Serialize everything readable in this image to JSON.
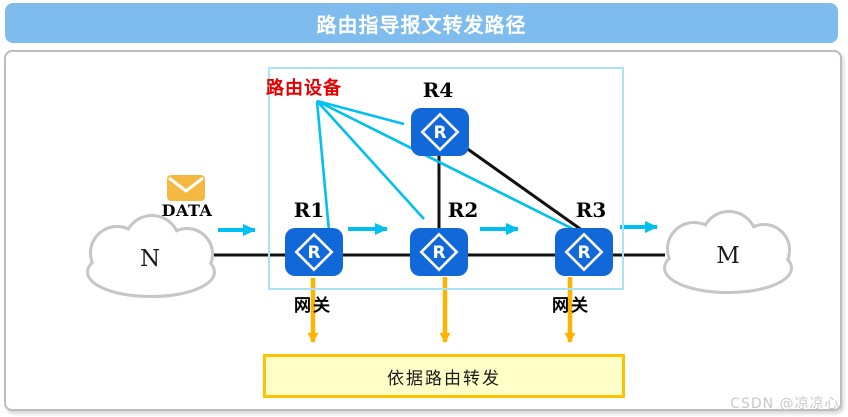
{
  "title_bar": {
    "title": "路由指导报文转发路径"
  },
  "diagram": {
    "router_group_label": "路由设备",
    "routers": {
      "r1": {
        "label": "R1",
        "letter": "R"
      },
      "r2": {
        "label": "R2",
        "letter": "R"
      },
      "r3": {
        "label": "R3",
        "letter": "R"
      },
      "r4": {
        "label": "R4",
        "letter": "R"
      }
    },
    "cloud_left": {
      "label": "N"
    },
    "cloud_right": {
      "label": "M"
    },
    "packet_label": "DATA",
    "gateway_labels": {
      "left": "网关",
      "right": "网关"
    },
    "forward_box_label": "依据路由转发"
  },
  "watermark": "CSDN @凉凉心,",
  "colors": {
    "title_bar_bg": "#7FBCEE",
    "router_blue": "#1168D8",
    "flow_cyan": "#00BFF3",
    "router_area_border": "#A9E3F5",
    "gateway_arrow_orange": "#FFB300",
    "device_label_red": "#E60000",
    "forward_box_fill": "#FFFFC8",
    "forward_box_border": "#FFC000",
    "envelope_orange": "#F5B942",
    "cloud_border": "#C6C6C6"
  }
}
